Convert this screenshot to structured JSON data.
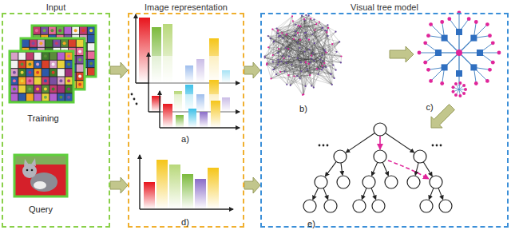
{
  "diagram": {
    "nodes": [
      {
        "text": [
          "Input"
        ]
      },
      {
        "text": [
          "Image representation"
        ]
      },
      {
        "text": [
          "Visual tree model"
        ]
      }
    ],
    "edges": [
      {
        "from": 0,
        "to": 1,
        "arrow": "to"
      },
      {
        "from": 0,
        "to": 1,
        "arrow": "to"
      },
      {
        "from": 1,
        "to": 2,
        "arrow": "to"
      },
      {
        "from": 1,
        "to": 2,
        "arrow": "to"
      }
    ],
    "labels": [
      "Training",
      "Query",
      "a)",
      "b)",
      "c)",
      "d)",
      "e)"
    ]
  }
}
